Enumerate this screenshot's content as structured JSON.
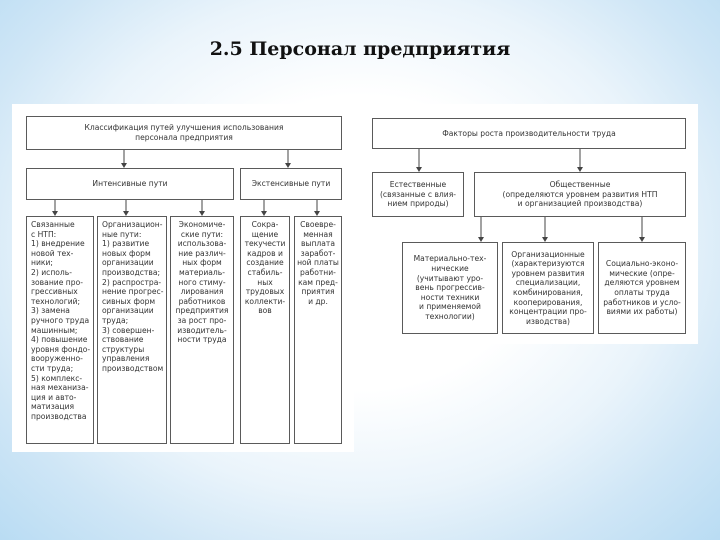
{
  "slide": {
    "title": "2.5 Персонал предприятия"
  },
  "left_diagram": {
    "root": "Классификация путей улучшения использования\nперсонала предприятия",
    "intensive": "Интенсивные пути",
    "extensive": "Экстенсивные пути",
    "intensive_items": [
      "Связанные\nс НТП:\n1) внедрение\nновой тех-\nники;\n2) исполь-\nзование про-\nгрессивных\nтехнологий;\n3) замена\nручного труда\nмашинным;\n4) повышение\nуровня фондо-\nвооруженно-\nсти труда;\n5) комплекс-\nная механиза-\nция и авто-\nматизация\nпроизводства",
      "Организацион-\nные пути:\n1) развитие\nновых форм\nорганизации\nпроизводства;\n2) распростра-\nнение прогрес-\nсивных форм\nорганизации\nтруда;\n3) совершен-\nствование\nструктуры\nуправления\nпроизводством",
      "Экономиче-\nские пути:\nиспользова-\nние различ-\nных форм\nматериаль-\nного стиму-\nлирования\nработников\nпредприятия\nза рост про-\nизводитель-\nности труда"
    ],
    "extensive_items": [
      "Сокра-\nщение\nтекучести\nкадров и\nсоздание\nстабиль-\nных\nтрудовых\nколлекти-\nвов",
      "Своевре-\nменная\nвыплата\nзаработ-\nной платы\nработни-\nкам пред-\nприятия\nи др."
    ]
  },
  "right_diagram": {
    "root": "Факторы роста производительности труда",
    "natural": "Естественные\n(связанные с влия-\nнием природы)",
    "social": "Общественные\n(определяются уровнем развития НТП\nи организацией производства)",
    "social_items": [
      "Материально-тех-\nнические\n(учитывают уро-\nвень прогрессив-\nности техники\nи применяемой\nтехнологии)",
      "Организационные\n(характеризуются\nуровнем развития\nспециализации,\nкомбинирования,\nкооперирования,\nконцентрации про-\nизводства)",
      "Социально-эконо-\nмические (опре-\nделяются уровнем\nоплаты труда\nработников и усло-\nвиями их работы)"
    ]
  },
  "colors": {
    "box_border": "#5a5a5a",
    "text": "#333333",
    "background_edge": "#b9dcf3"
  }
}
